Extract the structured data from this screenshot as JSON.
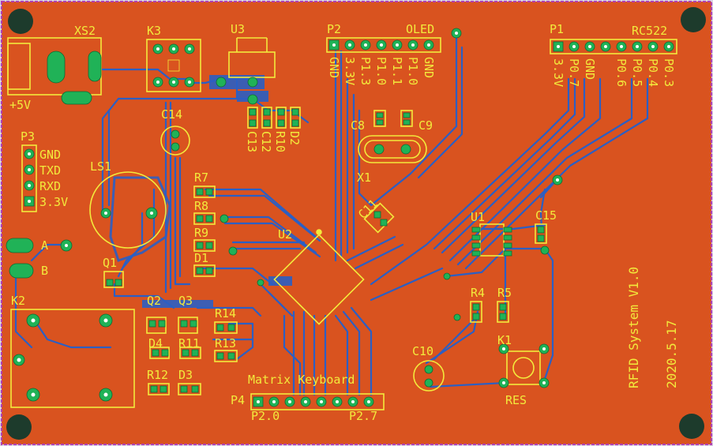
{
  "colors": {
    "board": "#d9531f",
    "copper": "#2b5fc4",
    "silk": "#f2ea3c",
    "pad": "#20b257",
    "hole": "#ffffff",
    "mounting": "#1d3b2c",
    "edge": "#b03fb0"
  },
  "labels": {
    "xs2": "XS2",
    "plus5v": "+5V",
    "k3": "K3",
    "u3": "U3",
    "c14": "C14",
    "c13": "C13",
    "c12": "C12",
    "r10": "R10",
    "d2": "D2",
    "p3": "P3",
    "p3_pins": [
      "GND",
      "TXD",
      "RXD",
      "3.3V"
    ],
    "ls1": "LS1",
    "r7": "R7",
    "r8": "R8",
    "r9": "R9",
    "d1": "D1",
    "q1": "Q1",
    "a": "A",
    "b": "B",
    "k2": "K2",
    "q2": "Q2",
    "q3": "Q3",
    "r14": "R14",
    "d4": "D4",
    "r11": "R11",
    "r13": "R13",
    "r12": "R12",
    "d3": "D3",
    "p2": "P2",
    "oled": "OLED",
    "p2_pins": [
      "GND",
      "3.3V",
      "P1.3",
      "P1.0",
      "P1.1",
      "P1.0",
      "GND"
    ],
    "c8": "C8",
    "c9": "C9",
    "x1": "X1",
    "c11": "C11",
    "u2": "U2",
    "matrix_keyboard": "Matrix Keyboard",
    "p4": "P4",
    "p2_0": "P2.0",
    "p2_7": "P2.7",
    "p1": "P1",
    "rc522": "RC522",
    "p1_pins": [
      "3.3V",
      "P0.7",
      "GND",
      "P0.6",
      "P0.5",
      "P0.4",
      "P0.3"
    ],
    "u1": "U1",
    "c15": "C15",
    "r4": "R4",
    "r5": "R5",
    "k1": "K1",
    "res": "RES",
    "c10": "C10",
    "version": "RFID System V1.0",
    "date": "2020.5.17"
  }
}
